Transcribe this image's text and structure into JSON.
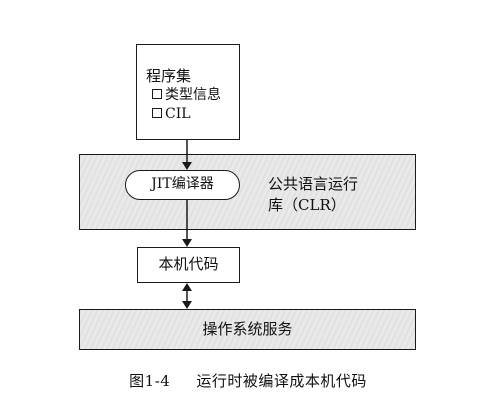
{
  "assembly": {
    "title": "程序集",
    "items": [
      "类型信息",
      "CIL"
    ]
  },
  "clr": {
    "jit_label": "JIT编译器",
    "label_line1": "公共语言运行",
    "label_line2": "库（CLR）"
  },
  "native_code": {
    "label": "本机代码"
  },
  "os_services": {
    "label": "操作系统服务"
  },
  "caption": {
    "number": "图1-4",
    "text": "运行时被编译成本机代码"
  }
}
